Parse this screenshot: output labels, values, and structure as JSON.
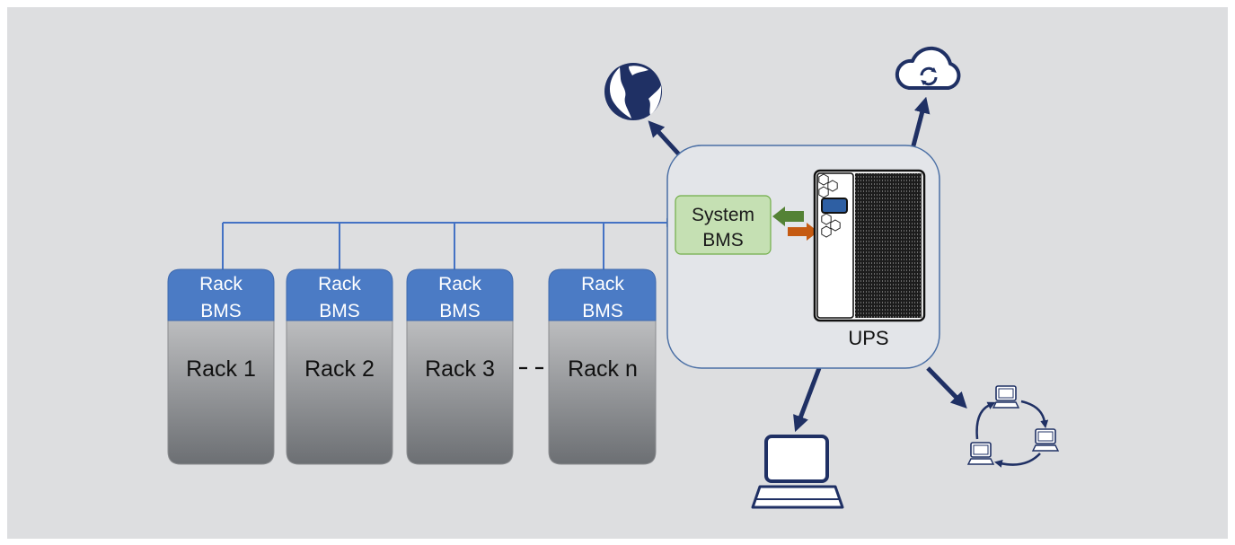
{
  "racks": [
    {
      "bms_title": "Rack",
      "bms_subtitle": "BMS",
      "label": "Rack 1"
    },
    {
      "bms_title": "Rack",
      "bms_subtitle": "BMS",
      "label": "Rack 2"
    },
    {
      "bms_title": "Rack",
      "bms_subtitle": "BMS",
      "label": "Rack 3"
    },
    {
      "bms_title": "Rack",
      "bms_subtitle": "BMS",
      "label": "Rack n"
    }
  ],
  "system_bms": {
    "line1": "System",
    "line2": "BMS"
  },
  "ups": {
    "label": "UPS"
  },
  "icons": {
    "internet": "globe-icon",
    "cloud": "cloud-sync-icon",
    "workstation": "computer-icon",
    "network": "network-icon"
  },
  "colors": {
    "background": "#dddee0",
    "rack_bms": "#4b7bc5",
    "rack_body_top": "#bcbdbf",
    "rack_body_bottom": "#6c6f73",
    "bus_line": "#4472c4",
    "system_bms_fill": "#c5e0b3",
    "arrow_navy": "#1f3064",
    "arrow_green": "#548235",
    "arrow_orange": "#c55a11"
  }
}
